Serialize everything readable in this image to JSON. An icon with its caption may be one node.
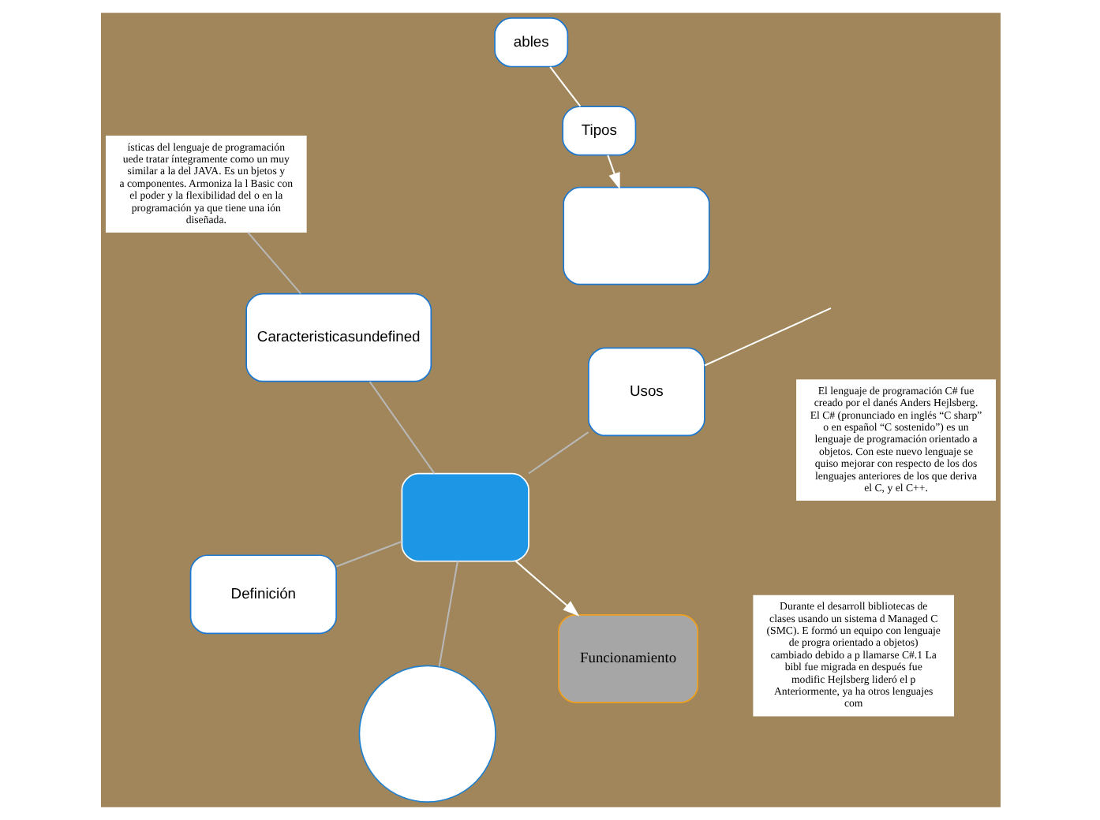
{
  "diagram": {
    "nodes": [
      {
        "text": [],
        "shape": "box"
      },
      {
        "text": [
          "Funcionamiento"
        ]
      },
      {
        "text": [],
        "shape": "circle"
      },
      {
        "text": [
          "Durante el desarroll bibliotecas de clases usando un sistema d Managed C (SMC). E formó un equipo con lenguaje de progra orientado a objetos) cambiado debido a p llamarse C#.1 La bibl fue migrada en después fue modific Hejlsberg lideró el p Anteriormente, ya ha otros lenguajes com"
        ]
      },
      {
        "text": [
          "Usos"
        ]
      },
      {
        "text": [
          "Caracteristicasundefined"
        ]
      },
      {
        "text": [
          "ísticas del lenguaje de programación uede tratar íntegramente como un muy similar a la del JAVA. Es un bjetos y a componentes. Armoniza la l Basic con el poder y la flexibilidad del o en la programación ya que tiene una ión diseñada."
        ]
      },
      {
        "text": [
          "ables"
        ]
      },
      {
        "text": [
          "Tipos"
        ]
      },
      {
        "text": [],
        "shape": "box"
      },
      {
        "text": [
          "Definición"
        ]
      },
      {
        "text": [
          "El lenguaje de programación C# fue creado por el danés Anders Hejlsberg. El C# (pronunciado en inglés “C sharp” o en español “C sostenido”) es un lenguaje de programación orientado a objetos. Con este nuevo lenguaje se quiso mejorar con respecto de los dos lenguajes anteriores de los que deriva el C, y el C++."
        ]
      }
    ],
    "edges": [
      {
        "from": 0,
        "to": 1,
        "arrow": "to",
        "color": "#ffffff"
      },
      {
        "from": 0,
        "to": 2,
        "arrow": "none"
      },
      {
        "from": 0,
        "to": 4,
        "arrow": "none"
      },
      {
        "from": 0,
        "to": 5,
        "arrow": "none"
      },
      {
        "from": 0,
        "to": 10,
        "arrow": "none"
      },
      {
        "from": 4,
        "to": null,
        "arrow": "none",
        "color": "#ffffff"
      },
      {
        "from": 5,
        "to": 6,
        "arrow": "none"
      },
      {
        "from": 7,
        "to": 8,
        "arrow": "none",
        "color": "#ffffff"
      },
      {
        "from": 8,
        "to": 9,
        "arrow": "to",
        "color": "#ffffff"
      }
    ]
  }
}
